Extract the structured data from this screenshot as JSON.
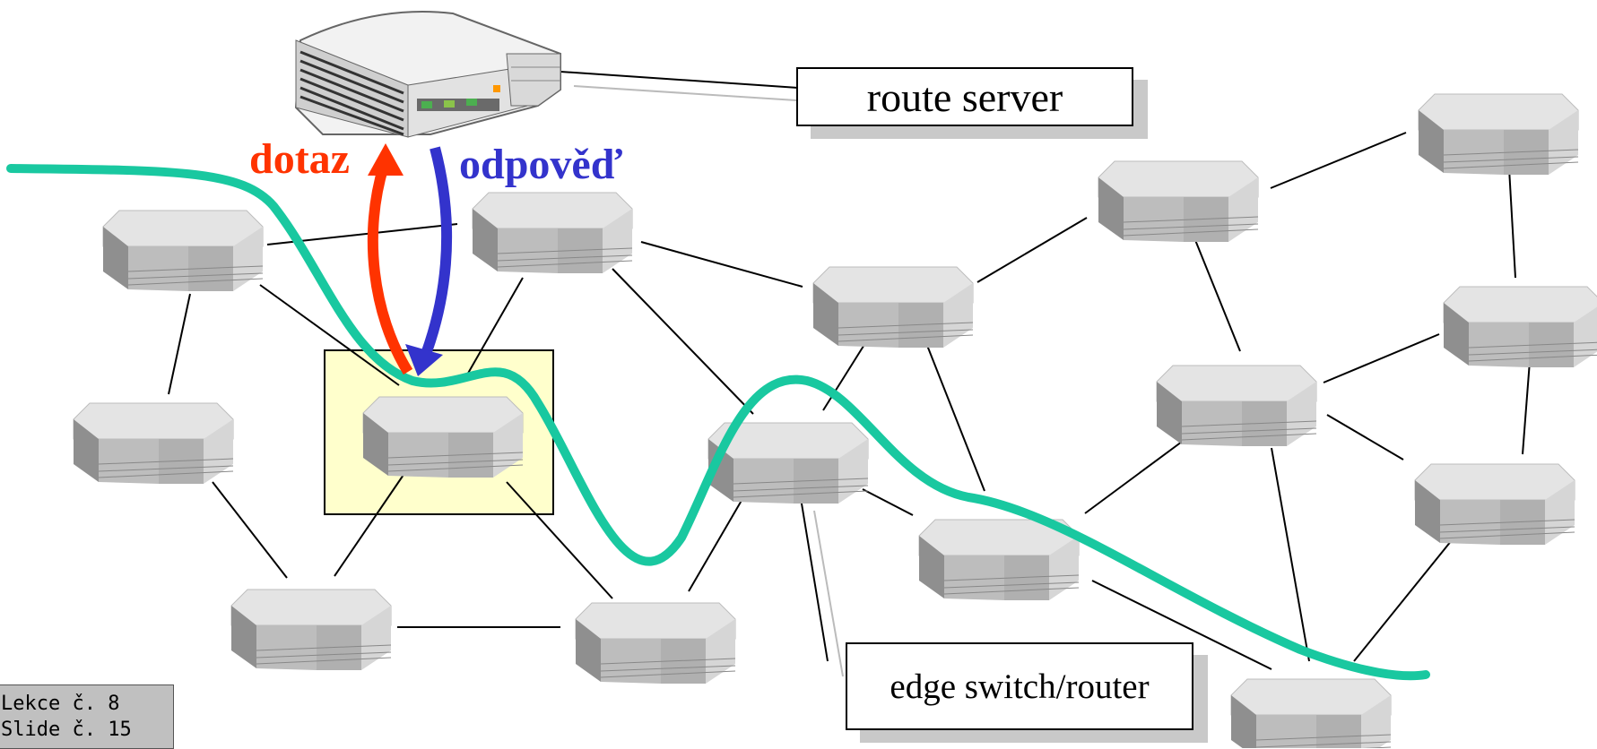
{
  "labels": {
    "route_server": "route server",
    "edge_switch": "edge switch/router",
    "query": "dotaz",
    "response": "odpověď"
  },
  "footer": {
    "lesson": "Lekce č. 8",
    "slide": "Slide č. 15"
  },
  "colors": {
    "query_arrow": "#ff3300",
    "response_arrow": "#3333cc",
    "path_curve": "#19c8a0",
    "highlight_box": "#ffffcc"
  },
  "icons": {
    "server": "route-server-icon",
    "router": "router-icon"
  }
}
